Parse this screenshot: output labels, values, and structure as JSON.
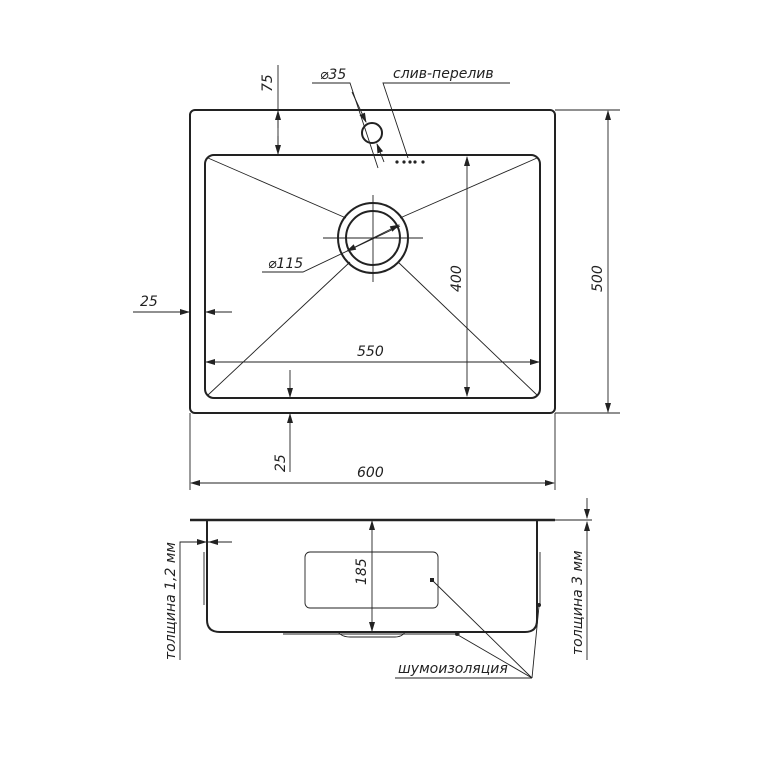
{
  "top_view": {
    "dim_flange_top": "75",
    "dim_overflow_hole": "⌀35",
    "label_overflow": "слив-перелив",
    "dim_drain": "⌀115",
    "dim_bowl_depth_inner": "400",
    "dim_total_depth": "500",
    "dim_side_margin": "25",
    "dim_bowl_width": "550",
    "dim_bottom_margin": "25",
    "dim_total_width": "600"
  },
  "side_view": {
    "dim_bowl_height": "185",
    "label_wall_thickness": "толщина 1,2 мм",
    "label_flange_thickness": "толщина 3 мм",
    "label_insulation": "шумоизоляция"
  }
}
